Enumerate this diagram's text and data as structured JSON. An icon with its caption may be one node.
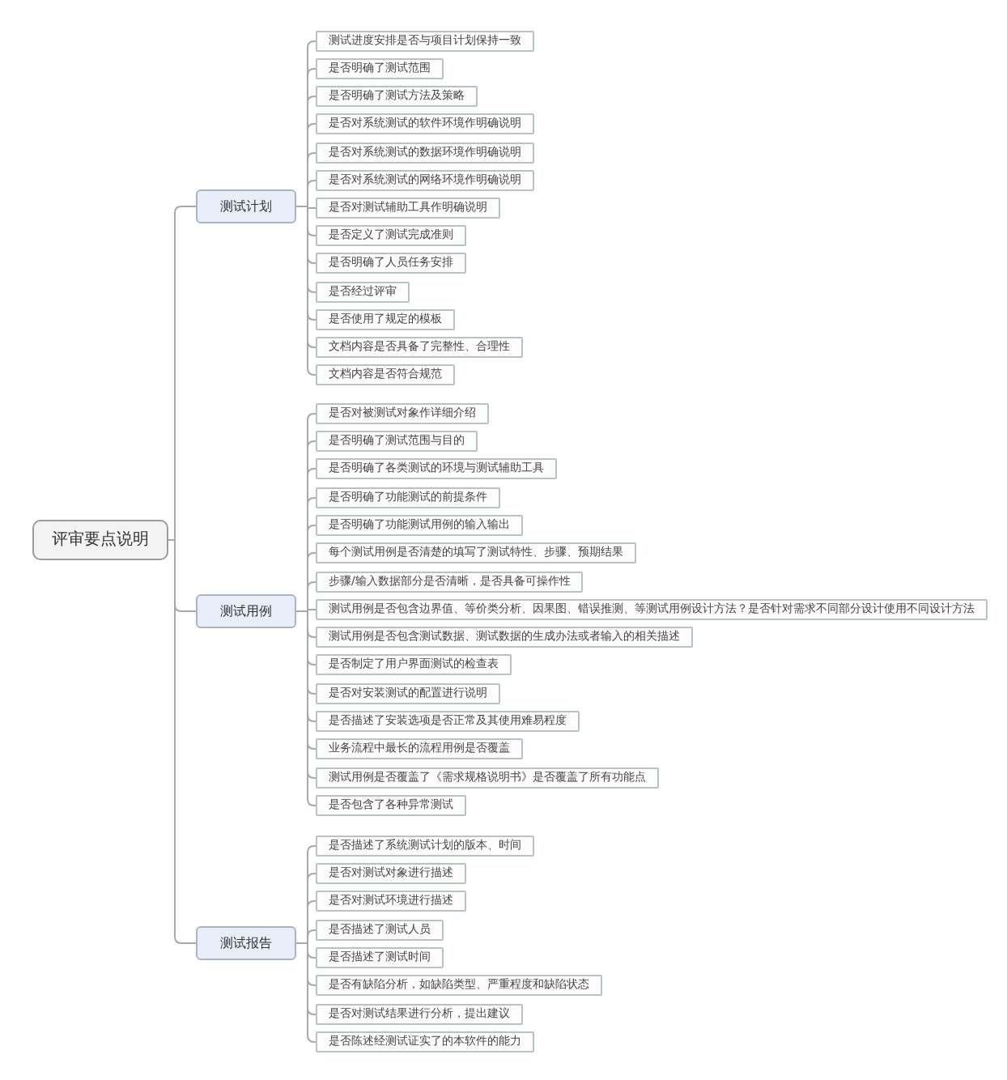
{
  "diagram": {
    "nodes": [
      {
        "text": [
          "评审要点说明"
        ]
      },
      {
        "text": [
          "测试计划"
        ]
      },
      {
        "text": [
          "测试进度安排是否与项目计划保持一致"
        ]
      },
      {
        "text": [
          "是否明确了测试范围"
        ]
      },
      {
        "text": [
          "是否明确了测试方法及策略"
        ]
      },
      {
        "text": [
          "是否对系统测试的软件环境作明确说明"
        ]
      },
      {
        "text": [
          "是否对系统测试的数据环境作明确说明"
        ]
      },
      {
        "text": [
          "是否对系统测试的网络环境作明确说明"
        ]
      },
      {
        "text": [
          "是否对测试辅助工具作明确说明"
        ]
      },
      {
        "text": [
          "是否定义了测试完成准则"
        ]
      },
      {
        "text": [
          "是否明确了人员任务安排"
        ]
      },
      {
        "text": [
          "是否经过评审"
        ]
      },
      {
        "text": [
          "是否使用了规定的模板"
        ]
      },
      {
        "text": [
          "文档内容是否具备了完整性、合理性"
        ]
      },
      {
        "text": [
          "文档内容是否符合规范"
        ]
      },
      {
        "text": [
          "测试用例"
        ]
      },
      {
        "text": [
          "是否对被测试对象作详细介绍"
        ]
      },
      {
        "text": [
          "是否明确了测试范围与目的"
        ]
      },
      {
        "text": [
          "是否明确了各类测试的环境与测试辅助工具"
        ]
      },
      {
        "text": [
          "是否明确了功能测试的前提条件"
        ]
      },
      {
        "text": [
          "是否明确了功能测试用例的输入输出"
        ]
      },
      {
        "text": [
          "每个测试用例是否清楚的填写了测试特性、步骤、预期结果"
        ]
      },
      {
        "text": [
          "步骤/输入数据部分是否清晰，是否具备可操作性"
        ]
      },
      {
        "text": [
          "测试用例是否包含边界值、等价类分析、因果图、错误推测、等测试用例设计方法？是否针对需求不同部分设计使用不同设计方法"
        ]
      },
      {
        "text": [
          "测试用例是否包含测试数据、测试数据的生成办法或者输入的相关描述"
        ]
      },
      {
        "text": [
          "是否制定了用户界面测试的检查表"
        ]
      },
      {
        "text": [
          "是否对安装测试的配置进行说明"
        ]
      },
      {
        "text": [
          "是否描述了安装选项是否正常及其使用难易程度"
        ]
      },
      {
        "text": [
          "业务流程中最长的流程用例是否覆盖"
        ]
      },
      {
        "text": [
          "测试用例是否覆盖了《需求规格说明书》是否覆盖了所有功能点"
        ]
      },
      {
        "text": [
          "是否包含了各种异常测试"
        ]
      },
      {
        "text": [
          "测试报告"
        ]
      },
      {
        "text": [
          "是否描述了系统测试计划的版本、时间"
        ]
      },
      {
        "text": [
          "是否对测试对象进行描述"
        ]
      },
      {
        "text": [
          "是否对测试环境进行描述"
        ]
      },
      {
        "text": [
          "是否描述了测试人员"
        ]
      },
      {
        "text": [
          "是否描述了测试时间"
        ]
      },
      {
        "text": [
          "是否有缺陷分析，如缺陷类型、严重程度和缺陷状态"
        ]
      },
      {
        "text": [
          "是否对测试结果进行分析，提出建议"
        ]
      },
      {
        "text": [
          "是否陈述经测试证实了的本软件的能力"
        ]
      }
    ],
    "edges": [
      {
        "from": 0,
        "to": 1,
        "arrow": "none"
      },
      {
        "from": 0,
        "to": 15,
        "arrow": "none"
      },
      {
        "from": 0,
        "to": 31,
        "arrow": "none"
      },
      {
        "from": 1,
        "to": 2,
        "arrow": "none"
      },
      {
        "from": 1,
        "to": 3,
        "arrow": "none"
      },
      {
        "from": 1,
        "to": 4,
        "arrow": "none"
      },
      {
        "from": 1,
        "to": 5,
        "arrow": "none"
      },
      {
        "from": 1,
        "to": 6,
        "arrow": "none"
      },
      {
        "from": 1,
        "to": 7,
        "arrow": "none"
      },
      {
        "from": 1,
        "to": 8,
        "arrow": "none"
      },
      {
        "from": 1,
        "to": 9,
        "arrow": "none"
      },
      {
        "from": 1,
        "to": 10,
        "arrow": "none"
      },
      {
        "from": 1,
        "to": 11,
        "arrow": "none"
      },
      {
        "from": 1,
        "to": 12,
        "arrow": "none"
      },
      {
        "from": 1,
        "to": 13,
        "arrow": "none"
      },
      {
        "from": 1,
        "to": 14,
        "arrow": "none"
      },
      {
        "from": 15,
        "to": 16,
        "arrow": "none"
      },
      {
        "from": 15,
        "to": 17,
        "arrow": "none"
      },
      {
        "from": 15,
        "to": 18,
        "arrow": "none"
      },
      {
        "from": 15,
        "to": 19,
        "arrow": "none"
      },
      {
        "from": 15,
        "to": 20,
        "arrow": "none"
      },
      {
        "from": 15,
        "to": 21,
        "arrow": "none"
      },
      {
        "from": 15,
        "to": 22,
        "arrow": "none"
      },
      {
        "from": 15,
        "to": 23,
        "arrow": "none"
      },
      {
        "from": 15,
        "to": 24,
        "arrow": "none"
      },
      {
        "from": 15,
        "to": 25,
        "arrow": "none"
      },
      {
        "from": 15,
        "to": 26,
        "arrow": "none"
      },
      {
        "from": 15,
        "to": 27,
        "arrow": "none"
      },
      {
        "from": 15,
        "to": 28,
        "arrow": "none"
      },
      {
        "from": 15,
        "to": 29,
        "arrow": "none"
      },
      {
        "from": 15,
        "to": 30,
        "arrow": "none"
      },
      {
        "from": 31,
        "to": 32,
        "arrow": "none"
      },
      {
        "from": 31,
        "to": 33,
        "arrow": "none"
      },
      {
        "from": 31,
        "to": 34,
        "arrow": "none"
      },
      {
        "from": 31,
        "to": 35,
        "arrow": "none"
      },
      {
        "from": 31,
        "to": 36,
        "arrow": "none"
      },
      {
        "from": 31,
        "to": 37,
        "arrow": "none"
      },
      {
        "from": 31,
        "to": 38,
        "arrow": "none"
      },
      {
        "from": 31,
        "to": 39,
        "arrow": "none"
      }
    ]
  }
}
